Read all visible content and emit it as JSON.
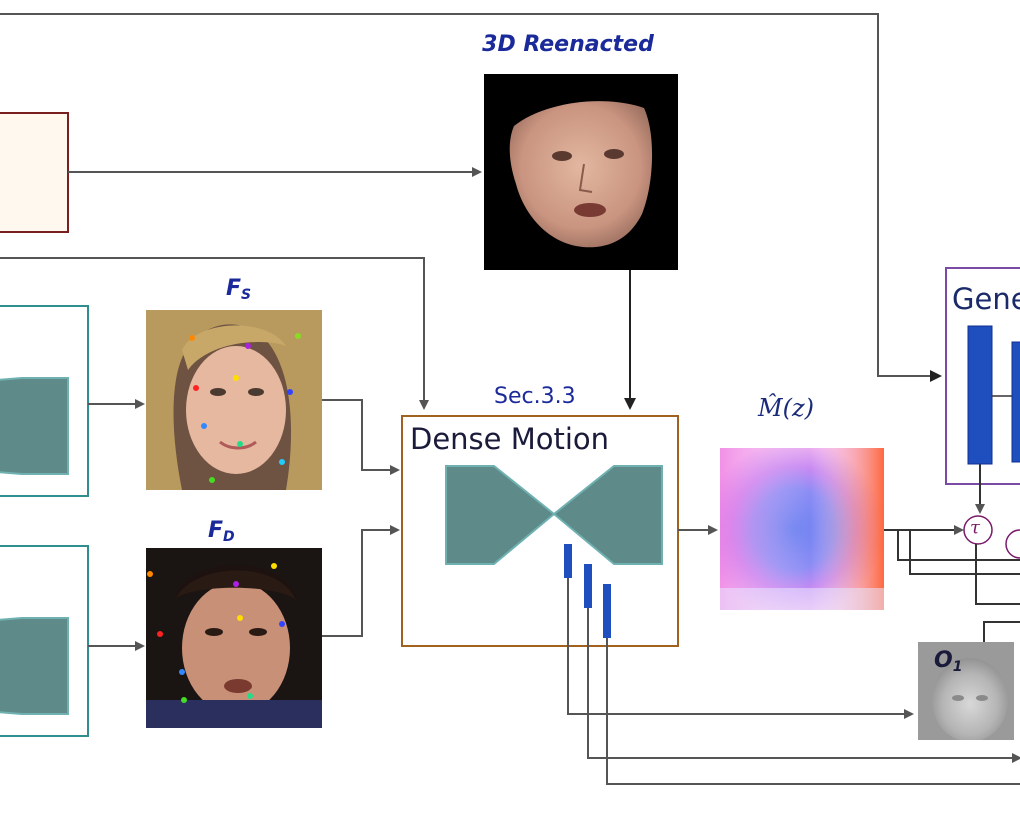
{
  "labels": {
    "reenacted_3d": "3D Reenacted",
    "fs_main": "F",
    "fs_sub": "S",
    "fd_main": "F",
    "fd_sub": "D",
    "sec": "Sec.3.3",
    "dense_motion": "Dense Motion",
    "generator_partial": "Gene",
    "motion_map": "M̂(z)",
    "o1_main": "O",
    "o1_sub": "1",
    "tau": "τ"
  },
  "colors": {
    "line": "#555555",
    "teal": "#5f8a8a",
    "teal_border": "#2f8f8f",
    "generator_bar": "#1f4fbf",
    "dense_border": "#a0621e",
    "generator_border": "#7a4aa5",
    "reenact_box_border": "#7a1f1f",
    "reenact_box_fill": "#fff8ef"
  }
}
